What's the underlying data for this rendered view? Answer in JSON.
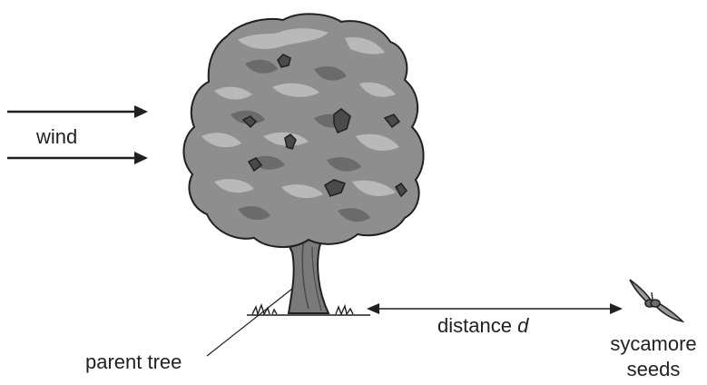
{
  "labels": {
    "wind": "wind",
    "distance_prefix": "distance ",
    "distance_var": "d",
    "parent_tree": "parent tree",
    "seeds_line1": "sycamore",
    "seeds_line2": "seeds"
  },
  "colors": {
    "ink": "#231f20",
    "foliage_dark": "#6b6b6b",
    "foliage_mid": "#8e8e8e",
    "foliage_light": "#b9b9b9",
    "trunk": "#7a7a7a"
  }
}
